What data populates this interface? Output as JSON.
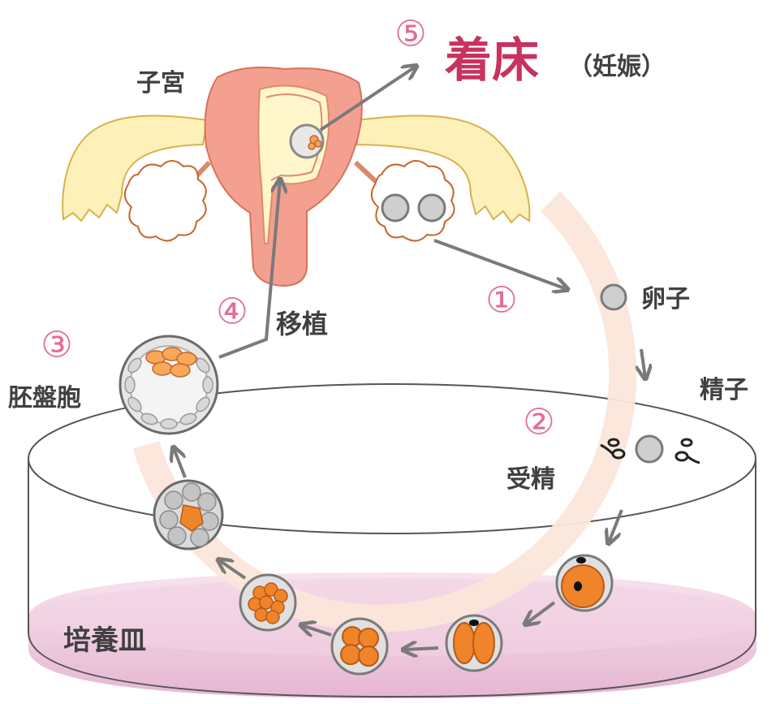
{
  "labels": {
    "uterus": "子宮",
    "egg": "卵子",
    "sperm": "精子",
    "fertilization": "受精",
    "blastocyst": "胚盤胞",
    "transfer": "移植",
    "dish": "培養皿",
    "implantation": "着床",
    "pregnancy": "（妊娠）"
  },
  "steps": [
    "①",
    "②",
    "③",
    "④",
    "⑤"
  ],
  "colors": {
    "accent": "#c8325f",
    "step_number": "#e06e98",
    "text": "#404040",
    "cycle_band": "#fbe6da",
    "arrow": "#7a7a7a",
    "uterus": "#f4a090",
    "tube": "#fdf0b8",
    "dish_fill": "#efc6dc",
    "embryo": "#e9772e"
  }
}
